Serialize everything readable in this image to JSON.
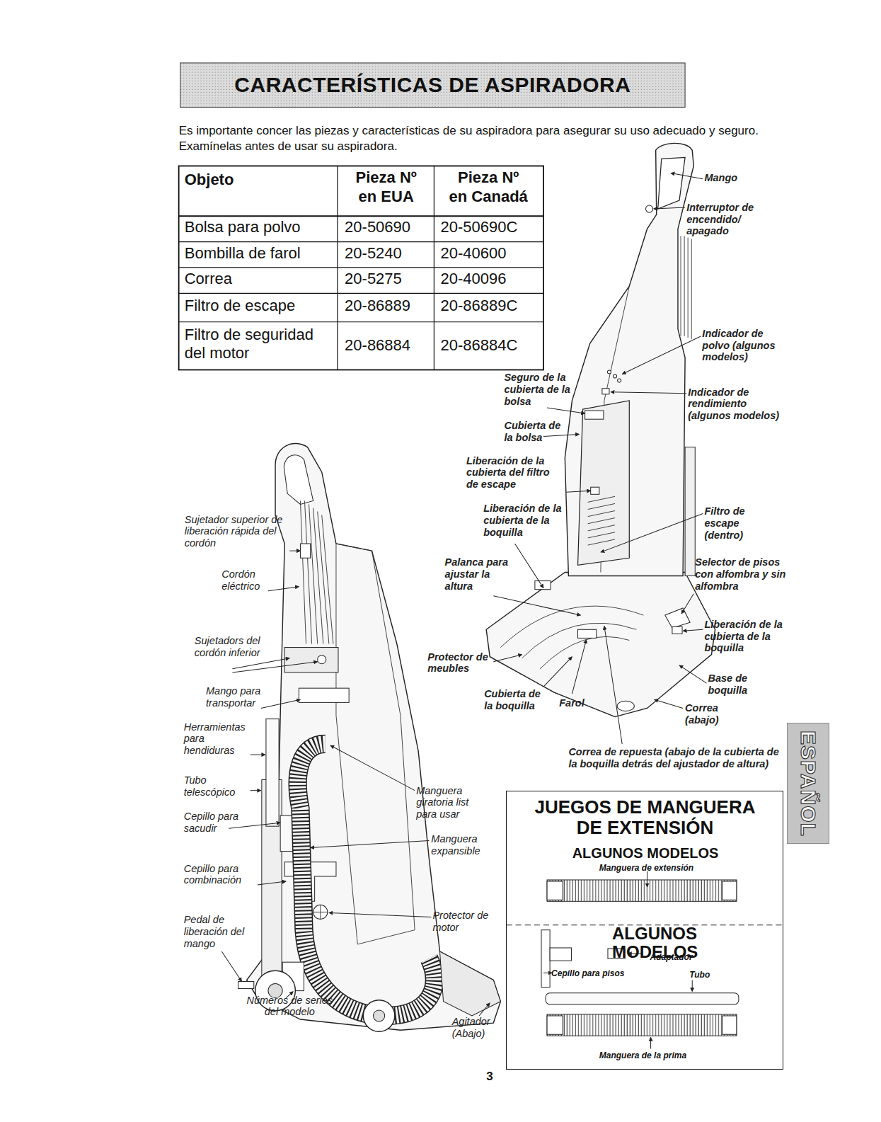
{
  "diagram": {
    "title": "CARACTERÍSTICAS DE ASPIRADORA",
    "nodes": [
      {
        "text": [
          "JUEGOS DE MANGUERA DE EXTENSIÓN",
          "ALGUNOS MODELOS",
          "Manguera de extensión",
          "ALGUNOS MODELOS",
          "Adaptador",
          "Cepillo para pisos",
          "Tubo",
          "Manguera de la prima"
        ]
      },
      {
        "text": [
          "ESPAÑOL"
        ]
      }
    ],
    "edges": [],
    "labels": [
      "Es importante concer las piezas y características de su aspiradora para asegurar su uso adecuado y seguro. Examínelas antes de usar su aspiradora.",
      "Objeto",
      "Pieza Nº en EUA",
      "Pieza Nº en Canadá",
      "Bolsa para polvo",
      "20-50690",
      "20-50690C",
      "Bombilla de farol",
      "20-5240",
      "20-40600",
      "Correa",
      "20-5275",
      "20-40096",
      "Filtro de escape",
      "20-86889",
      "20-86889C",
      "Filtro de seguridad del motor",
      "20-86884",
      "20-86884C",
      "Mango",
      "Interruptor de encendido/ apagado",
      "Indicador de polvo (algunos modelos)",
      "Seguro de la cubierta de la bolsa",
      "Indicador de rendimiento (algunos modelos)",
      "Cubierta de la bolsa",
      "Liberación de la cubierta del filtro de escape",
      "Liberación de la cubierta de la boquilla",
      "Filtro de escape (dentro)",
      "Palanca para ajustar la altura",
      "Selector de pisos con alfombra y sin alfombra",
      "Liberación de la cubierta de la boquilla",
      "Protector de meubles",
      "Base de boquilla",
      "Cubierta de la boquilla",
      "Farol",
      "Correa (abajo)",
      "Correa de repuesta (abajo de la cubierta de la boquilla detrás del ajustador de altura)",
      "Sujetador superior de liberación rápida del cordón",
      "Cordón eléctrico",
      "Sujetadors del cordón inferior",
      "Mango para transportar",
      "Herramientas para hendiduras",
      "Tubo telescópico",
      "Cepillo para sacudir",
      "Cepillo para combinación",
      "Pedal de liberación del mango",
      "Números de series del modelo",
      "Manguera giratoria list para usar",
      "Manguera expansible",
      "Protector de motor",
      "Agitador (Abajo)",
      "3"
    ]
  }
}
